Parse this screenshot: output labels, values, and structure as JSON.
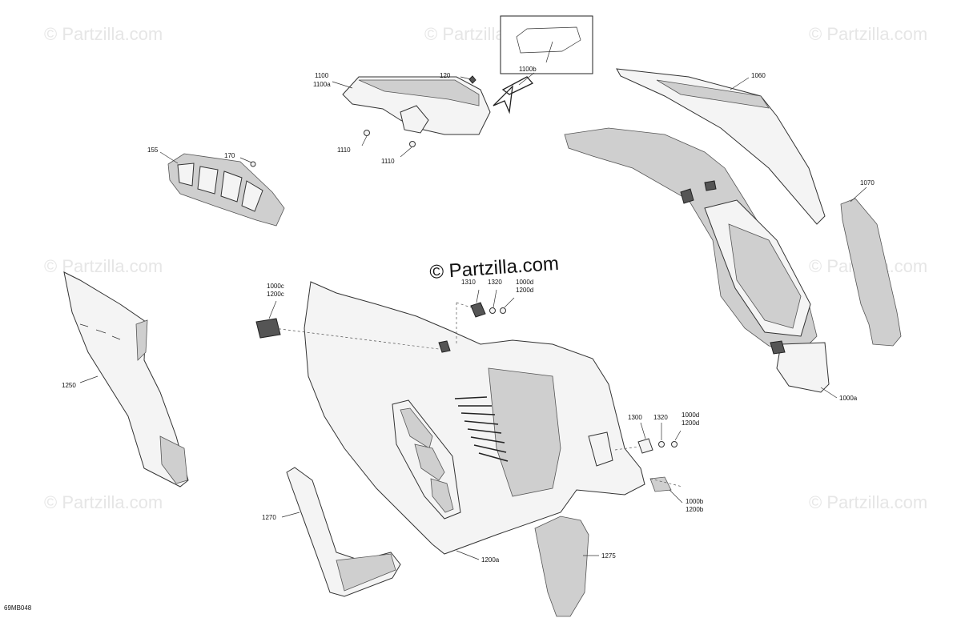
{
  "watermark": "© Partzilla.com",
  "center_watermark": "© Partzilla.com",
  "diagram_code": "69MB048",
  "callouts": {
    "c1100": "1100",
    "c1100a": "1100a",
    "c120": "120",
    "c1100b": "1100b",
    "c1060": "1060",
    "c155": "155",
    "c170": "170",
    "c1110_left": "1110",
    "c1110_right": "1110",
    "c1070": "1070",
    "c1000c": "1000c",
    "c1200c": "1200c",
    "c1310": "1310",
    "c1320_top": "1320",
    "c1000d_top": "1000d",
    "c1200d_top": "1200d",
    "c1250": "1250",
    "c1000a": "1000a",
    "c1300": "1300",
    "c1320_bottom": "1320",
    "c1000d_bottom": "1000d",
    "c1200d_bottom": "1200d",
    "c1270": "1270",
    "c1000b": "1000b",
    "c1200b": "1200b",
    "c1275": "1275",
    "c1200a": "1200a"
  },
  "colors": {
    "line": "#333333",
    "stipple": "#cfcfcf",
    "watermark": "#e6e6e6"
  }
}
